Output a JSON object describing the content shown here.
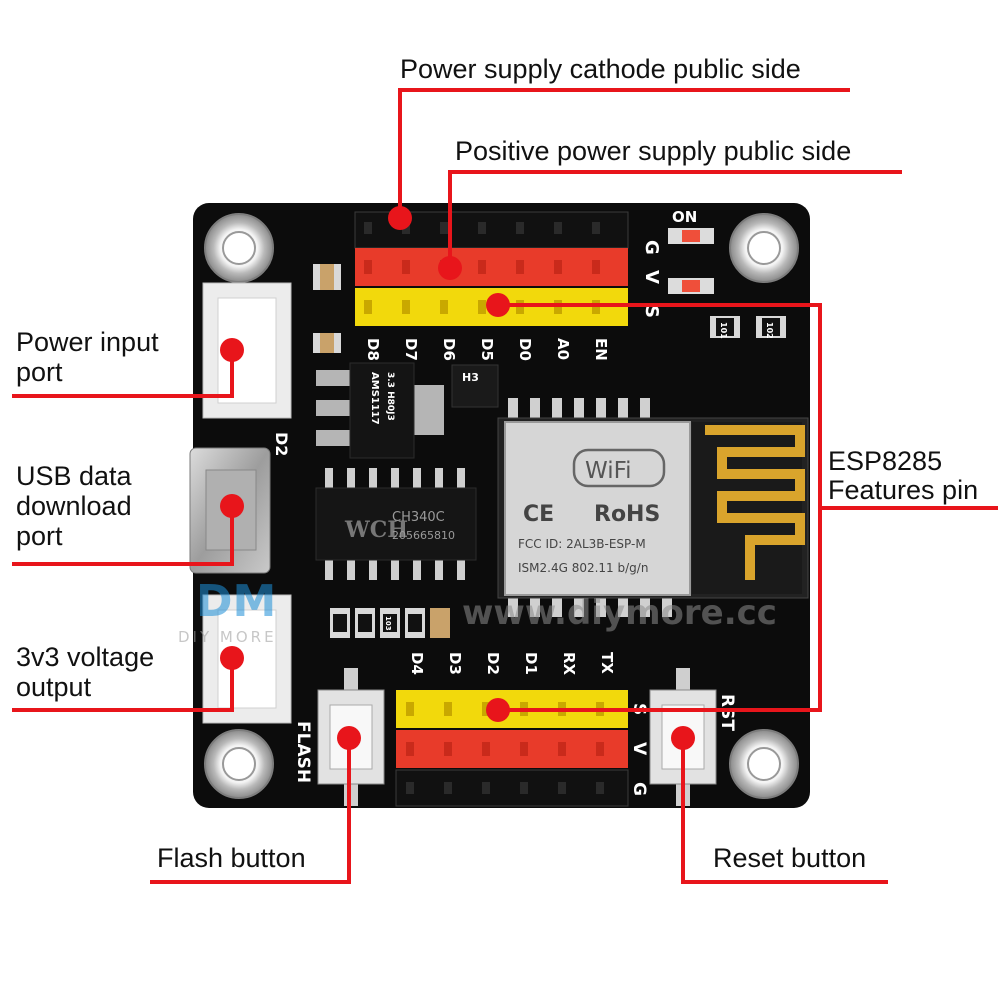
{
  "colors": {
    "annotation": "#e8151b",
    "board": "#0c0c0c",
    "header_red": "#e83b2a",
    "header_yellow": "#f2d90c",
    "connector": "#ececec",
    "brand": "#1e90d8"
  },
  "callouts": {
    "power_cathode": "Power supply cathode public side",
    "power_positive": "Positive power supply public side",
    "power_input": [
      "Power input",
      "port"
    ],
    "usb": [
      "USB data",
      "download",
      "port"
    ],
    "v33": [
      "3v3 voltage",
      "output"
    ],
    "esp": [
      "ESP8285",
      "Features pin"
    ],
    "flash": "Flash button",
    "reset": "Reset button"
  },
  "silkscreen": {
    "top_pins": [
      "D8",
      "D7",
      "D6",
      "D5",
      "D0",
      "A0",
      "EN"
    ],
    "bottom_pins": [
      "D4",
      "D3",
      "D2",
      "D1",
      "RX",
      "TX"
    ],
    "row_g": "G",
    "row_v": "V",
    "row_s": "S",
    "on": "ON",
    "d2": "D2",
    "flash": "FLASH",
    "rst": "RST",
    "r101": "101",
    "r102": "102",
    "r103": "103",
    "ams": "AMS1117",
    "ams_sub": "3.3 H80J3",
    "h3": "H3"
  },
  "module": {
    "wifi": "WiFi",
    "ce": "CE",
    "rohs": "RoHS",
    "fcc": "FCC ID: 2AL3B-ESP-M",
    "ism": "ISM2.4G  802.11 b/g/n"
  },
  "chip": {
    "logo": "WCH",
    "model": "CH340C",
    "code": "205665810"
  },
  "watermark": {
    "logo": "DM",
    "brand": "DIY MORE",
    "url": "www.diymore.cc"
  }
}
